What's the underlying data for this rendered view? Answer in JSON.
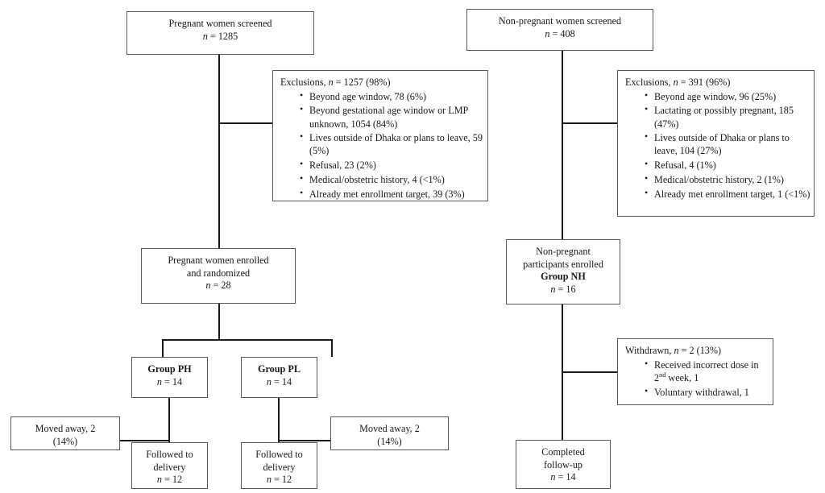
{
  "diagram": {
    "title": "CONSORT participant flow diagram",
    "type": "flowchart",
    "accent_color": "#1a1a1a",
    "box_border_color": "#595959",
    "background": "#ffffff"
  },
  "left_arm": {
    "screened": {
      "line1": "Pregnant women screened",
      "n_label": "n",
      "n_value": "= 1285"
    },
    "exclusions": {
      "header_label": "Exclusions,",
      "header_n": "n",
      "header_value": "= 1257 (98%)",
      "items": [
        "Beyond age window, 78 (6%)",
        "Beyond gestational age window or LMP unknown, 1054 (84%)",
        "Lives outside of Dhaka or plans to leave, 59 (5%)",
        "Refusal, 23 (2%)",
        "Medical/obstetric history, 4 (<1%)",
        "Already met enrollment target, 39 (3%)"
      ]
    },
    "enrolled": {
      "line1": "Pregnant women enrolled",
      "line2": "and randomized",
      "n_label": "n",
      "n_value": "= 28"
    },
    "group_ph": {
      "title": "Group PH",
      "n_label": "n",
      "n_value": "= 14"
    },
    "group_pl": {
      "title": "Group PL",
      "n_label": "n",
      "n_value": "= 14"
    },
    "moved_away_ph": {
      "line1": "Moved away, 2",
      "line2": "(14%)"
    },
    "moved_away_pl": {
      "line1": "Moved away, 2",
      "line2": "(14%)"
    },
    "followed_ph": {
      "line1": "Followed to",
      "line2": "delivery",
      "n_label": "n",
      "n_value": "= 12"
    },
    "followed_pl": {
      "line1": "Followed to",
      "line2": "delivery",
      "n_label": "n",
      "n_value": "= 12"
    }
  },
  "right_arm": {
    "screened": {
      "line1": "Non-pregnant women screened",
      "n_label": "n",
      "n_value": "= 408"
    },
    "exclusions": {
      "header_label": "Exclusions,",
      "header_n": "n",
      "header_value": "= 391 (96%)",
      "items": [
        "Beyond age window, 96 (25%)",
        "Lactating or possibly pregnant, 185 (47%)",
        "Lives outside of Dhaka or plans to leave, 104 (27%)",
        "Refusal, 4 (1%)",
        "Medical/obstetric history, 2 (1%)",
        "Already met enrollment target, 1 (<1%)"
      ]
    },
    "enrolled": {
      "line1": "Non-pregnant",
      "line2": "participants enrolled",
      "group": "Group NH",
      "n_label": "n",
      "n_value": "= 16"
    },
    "withdrawn": {
      "header_label": "Withdrawn,",
      "header_n": "n",
      "header_value": "= 2 (13%)",
      "item1_pre": "Received incorrect dose in 2",
      "item1_sup": "nd",
      "item1_post": " week, 1",
      "item2": "Voluntary withdrawal, 1"
    },
    "completed": {
      "line1": "Completed",
      "line2": "follow-up",
      "n_label": "n",
      "n_value": "= 14"
    }
  }
}
